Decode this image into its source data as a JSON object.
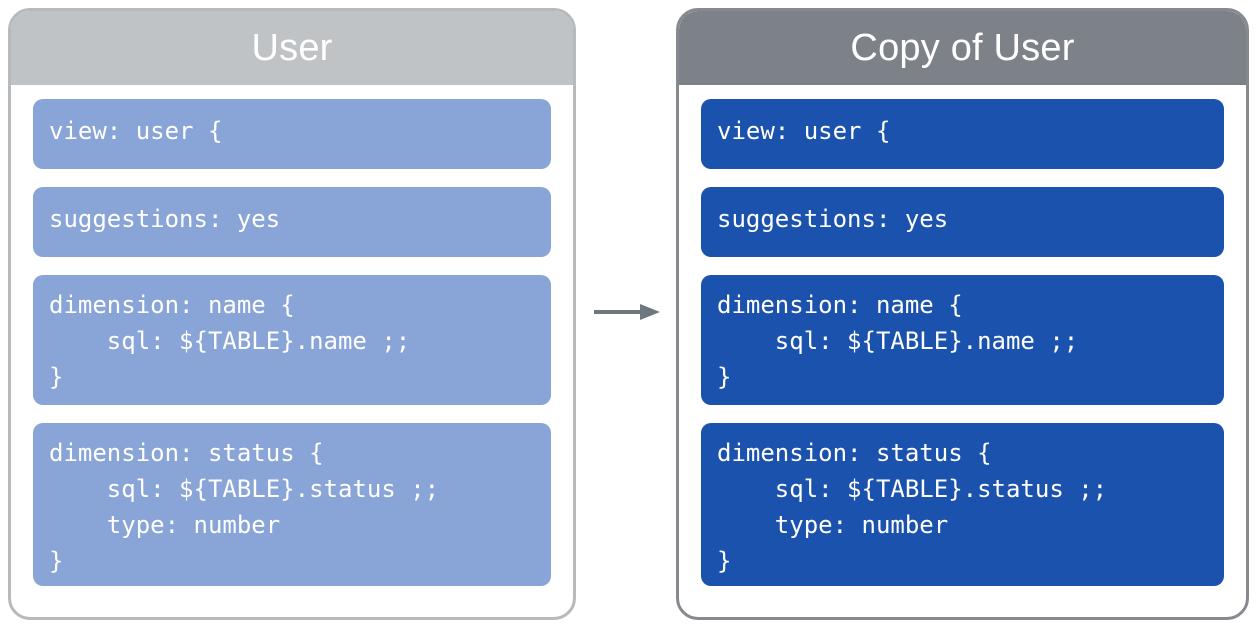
{
  "diagram": {
    "type": "copy-comparison",
    "arrow": {
      "icon": "right-arrow-icon",
      "color": "#6e7680",
      "direction": "left-to-right"
    },
    "panels": [
      {
        "id": "original",
        "title": "User",
        "header_color": "#bfc3c6",
        "block_color": "#89a4d6",
        "border_color": "#b6babd",
        "blocks": [
          {
            "name": "view-declaration",
            "code": "view: user {"
          },
          {
            "name": "suggestions-parameter",
            "code": "suggestions: yes"
          },
          {
            "name": "dimension-name",
            "code": "dimension: name {\n    sql: ${TABLE}.name ;;\n}"
          },
          {
            "name": "dimension-status",
            "code": "dimension: status {\n    sql: ${TABLE}.status ;;\n    type: number\n}"
          }
        ]
      },
      {
        "id": "copy",
        "title": "Copy of User",
        "header_color": "#7d8288",
        "block_color": "#1b52ad",
        "border_color": "#86898e",
        "blocks": [
          {
            "name": "view-declaration",
            "code": "view: user {"
          },
          {
            "name": "suggestions-parameter",
            "code": "suggestions: yes"
          },
          {
            "name": "dimension-name",
            "code": "dimension: name {\n    sql: ${TABLE}.name ;;\n}"
          },
          {
            "name": "dimension-status",
            "code": "dimension: status {\n    sql: ${TABLE}.status ;;\n    type: number\n}"
          }
        ]
      }
    ]
  }
}
